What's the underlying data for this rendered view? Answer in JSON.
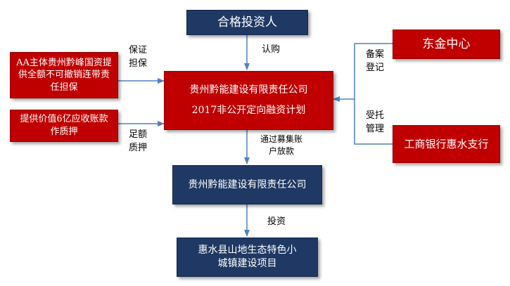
{
  "nodes": {
    "investor": "合格投资人",
    "guarantor": "AA主体贵州黔峰国资提供全额不可撤销连带责任担保",
    "pledge": "提供价值6亿应收账款作质押",
    "issuer": "贵州黔能建设有限责任公司",
    "plan": "2017非公开定向融资计划",
    "exchange": "东金中心",
    "bank": "工商银行惠水支行",
    "company": "贵州黔能建设有限责任公司",
    "project": "惠水县山地生态特色小城镇建设项目"
  },
  "edges": {
    "subscribe": "认购",
    "guarantee": "保证担保",
    "collateral": "足额质押",
    "registration": "备案登记",
    "trustee": "受托管理",
    "disbursement": "通过募集账户放款",
    "investment": "投资"
  },
  "colors": {
    "navy": "#1f3864",
    "red": "#c00000",
    "arrow": "#4f81bd"
  }
}
